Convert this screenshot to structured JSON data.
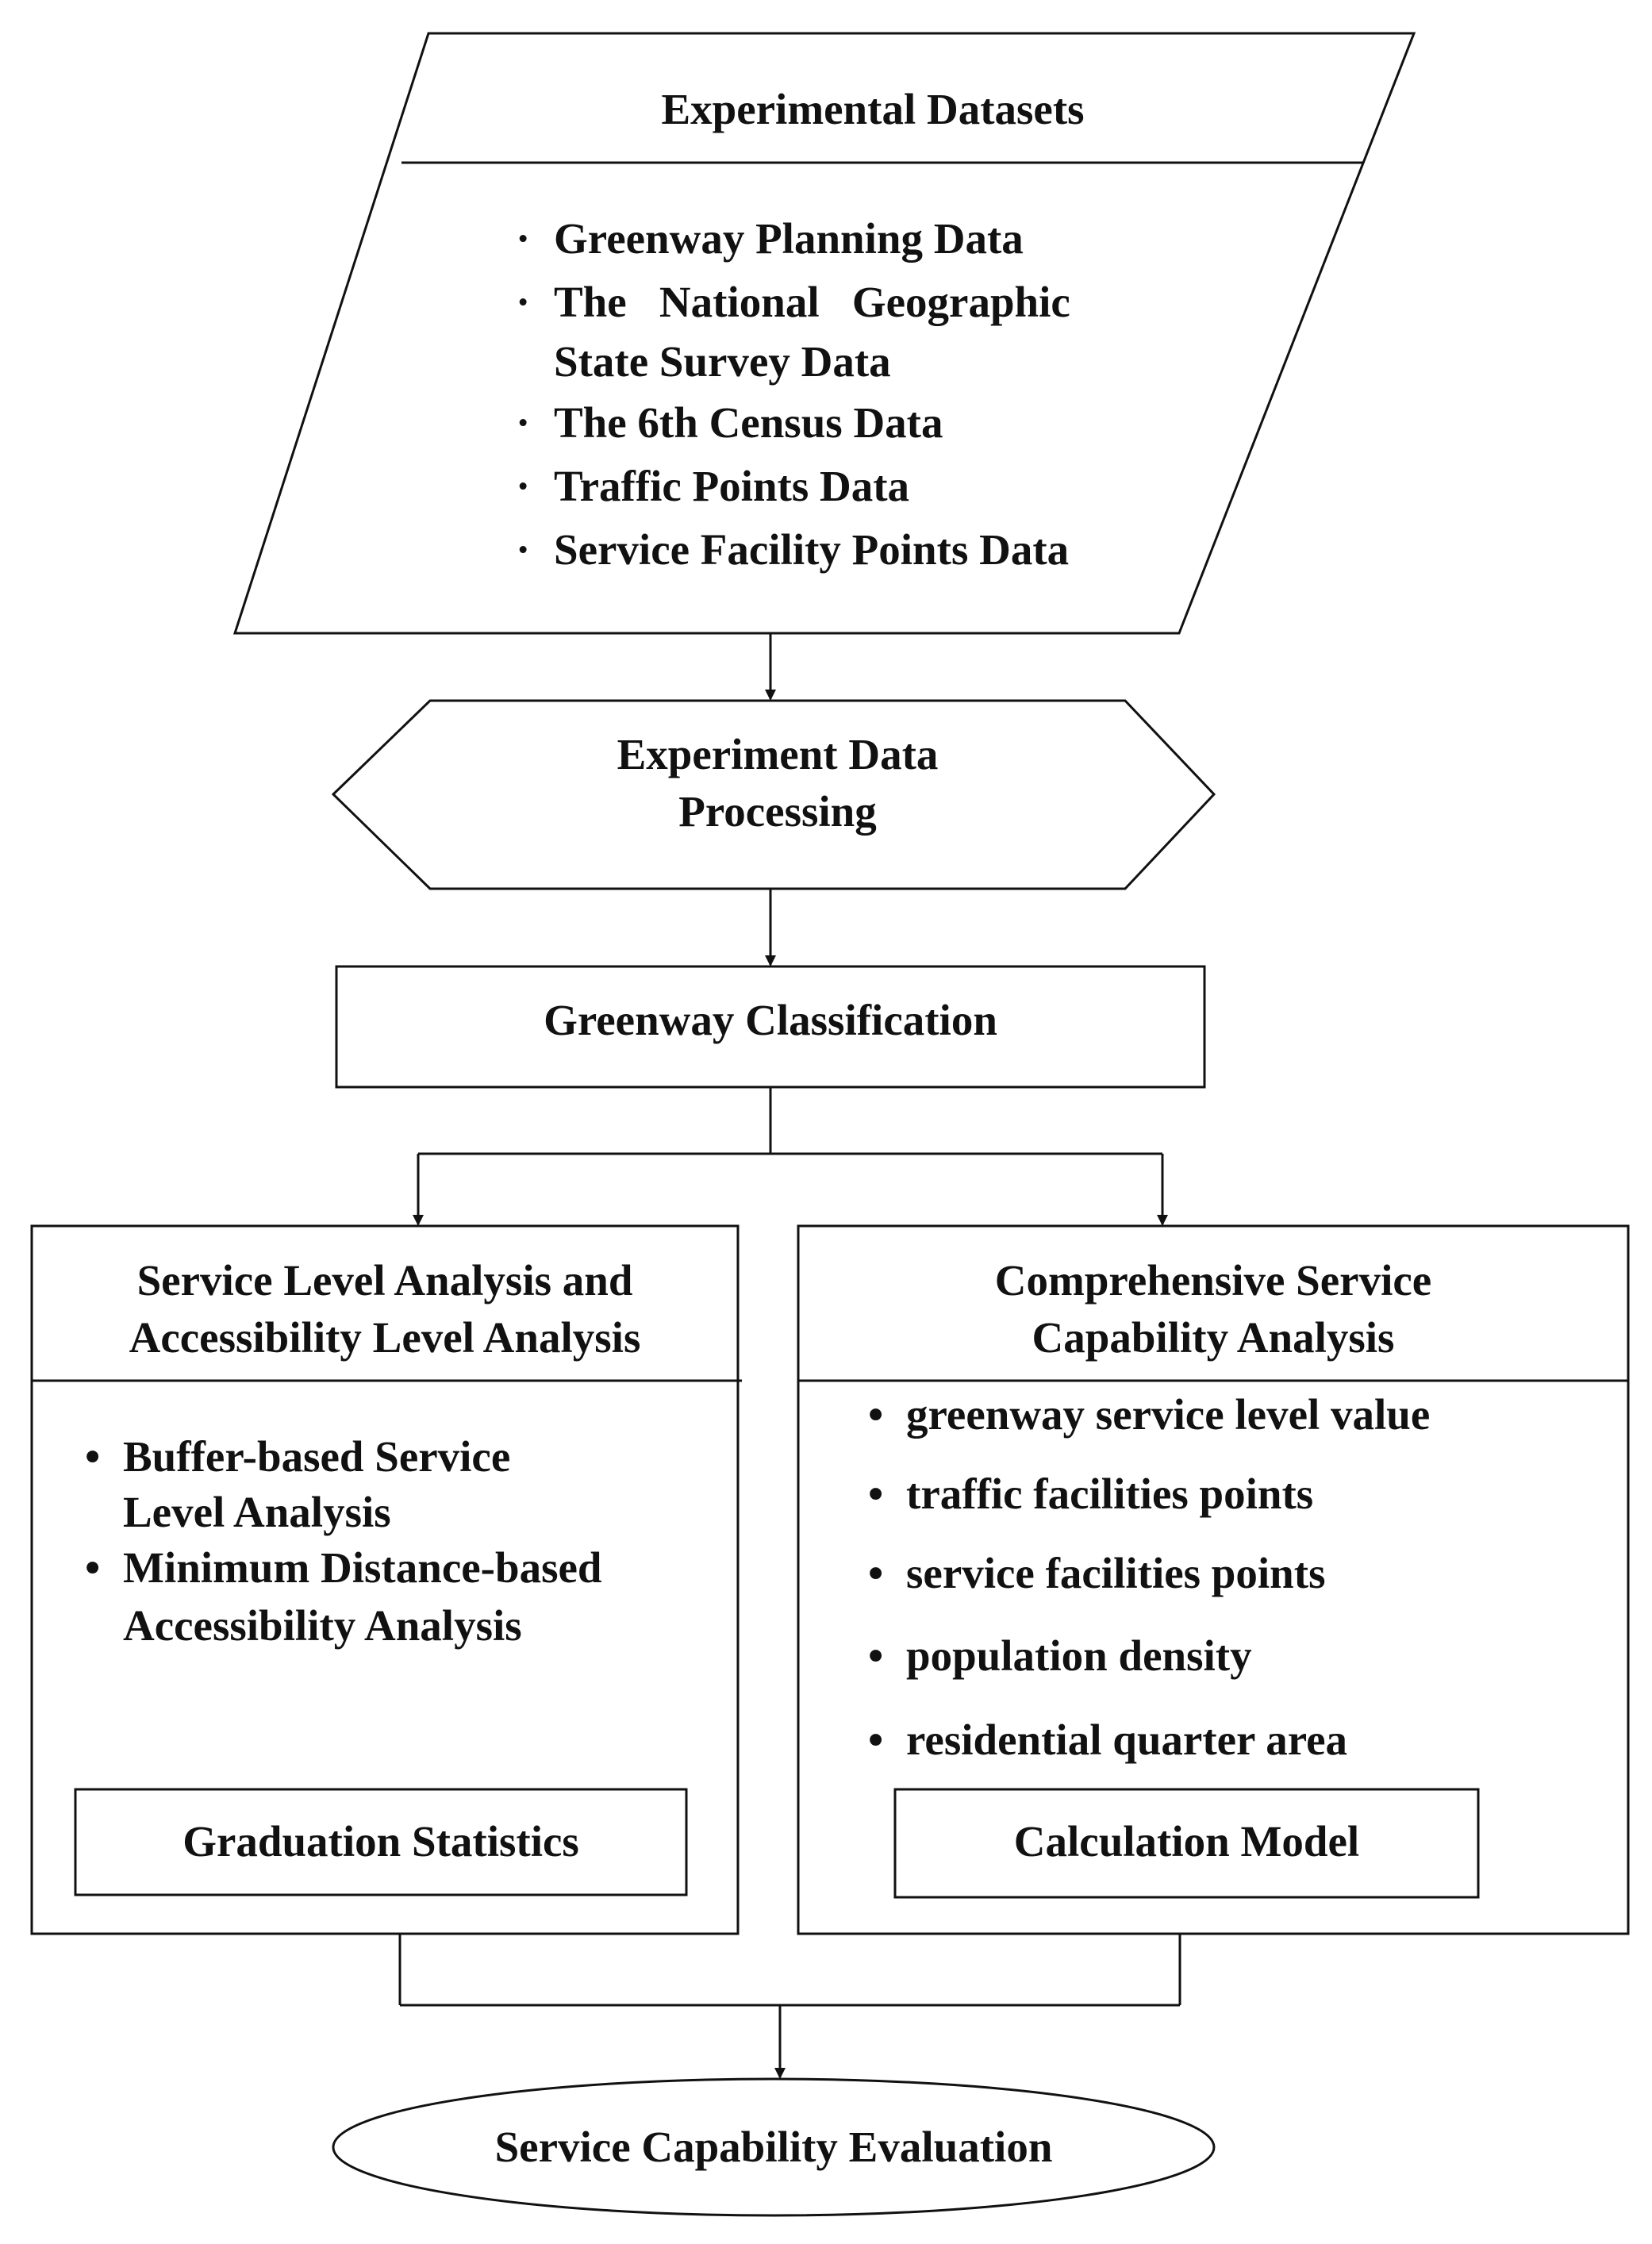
{
  "datasets": {
    "title": "Experimental Datasets",
    "bullet": "·",
    "items": [
      "Greenway Planning Data",
      "The   National   Geographic",
      "State Survey Data",
      "The 6th Census Data",
      "Traffic Points Data",
      "Service Facility Points Data"
    ]
  },
  "processing": {
    "line1": "Experiment Data",
    "line2": "Processing"
  },
  "classification": {
    "label": "Greenway Classification"
  },
  "left_panel": {
    "title_line1": "Service Level Analysis and",
    "title_line2": "Accessibility Level Analysis",
    "bullet": "•",
    "items": [
      {
        "line1": "Buffer-based Service",
        "line2": "Level Analysis"
      },
      {
        "line1": "Minimum Distance-based",
        "line2": "Accessibility Analysis"
      }
    ],
    "inner_box": "Graduation Statistics"
  },
  "right_panel": {
    "title_line1": "Comprehensive Service",
    "title_line2": "Capability Analysis",
    "bullet": "•",
    "items": [
      "greenway service level value",
      "traffic facilities points",
      "service facilities points",
      "population density",
      "residential quarter area"
    ],
    "inner_box": "Calculation Model"
  },
  "evaluation": {
    "label": "Service Capability Evaluation"
  }
}
